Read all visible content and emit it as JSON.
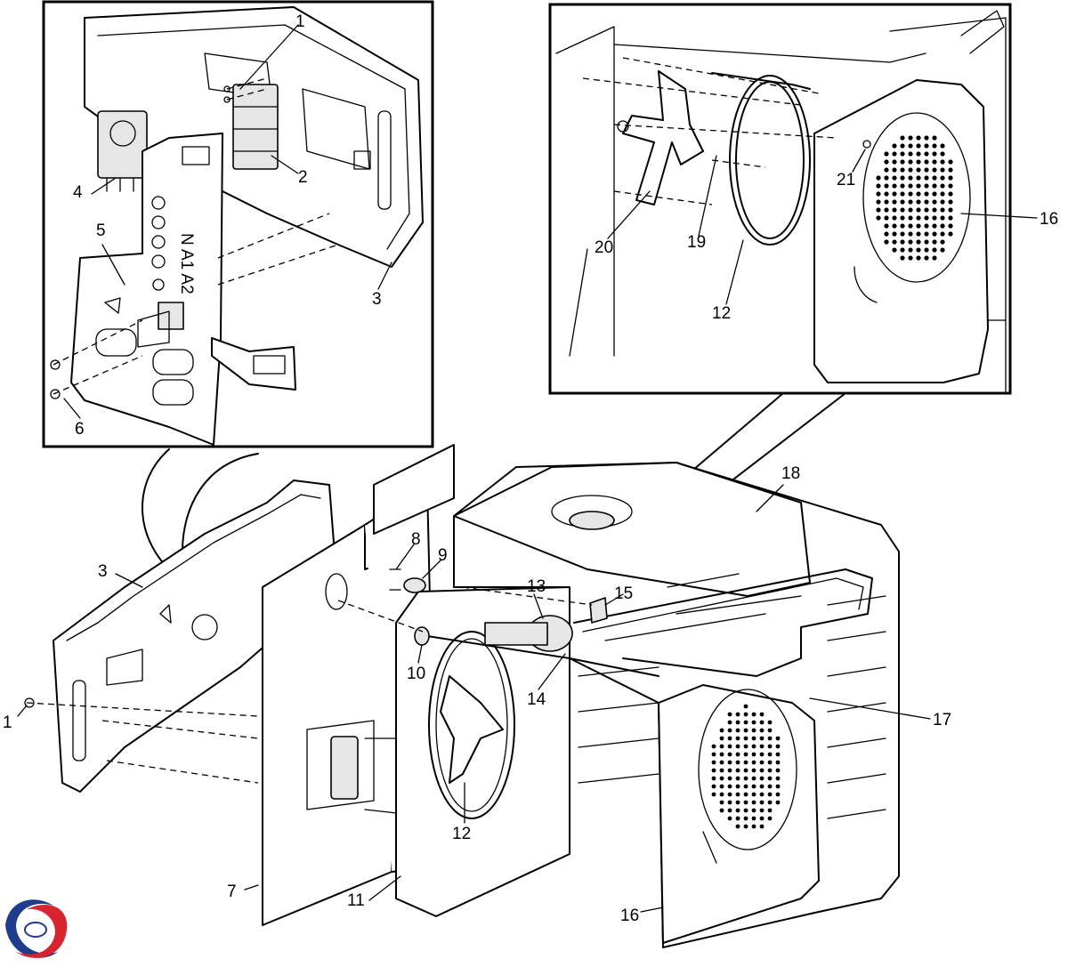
{
  "diagram": {
    "callouts": [
      {
        "id": "c1a",
        "text": "1"
      },
      {
        "id": "c2",
        "text": "2"
      },
      {
        "id": "c3a",
        "text": "3"
      },
      {
        "id": "c4",
        "text": "4"
      },
      {
        "id": "c5",
        "text": "5"
      },
      {
        "id": "c6",
        "text": "6"
      },
      {
        "id": "c12a",
        "text": "12"
      },
      {
        "id": "c16a",
        "text": "16"
      },
      {
        "id": "c19",
        "text": "19"
      },
      {
        "id": "c20",
        "text": "20"
      },
      {
        "id": "c21",
        "text": "21"
      },
      {
        "id": "c1b",
        "text": "1"
      },
      {
        "id": "c3b",
        "text": "3"
      },
      {
        "id": "c7",
        "text": "7"
      },
      {
        "id": "c8",
        "text": "8"
      },
      {
        "id": "c9",
        "text": "9"
      },
      {
        "id": "c10",
        "text": "10"
      },
      {
        "id": "c11",
        "text": "11"
      },
      {
        "id": "c12b",
        "text": "12"
      },
      {
        "id": "c13",
        "text": "13"
      },
      {
        "id": "c14",
        "text": "14"
      },
      {
        "id": "c15",
        "text": "15"
      },
      {
        "id": "c16b",
        "text": "16"
      },
      {
        "id": "c17",
        "text": "17"
      },
      {
        "id": "c18",
        "text": "18"
      }
    ],
    "panel_marking": "N A1 A2",
    "logo_colors": {
      "blue": "#1f3c8f",
      "red": "#d9232e"
    }
  }
}
